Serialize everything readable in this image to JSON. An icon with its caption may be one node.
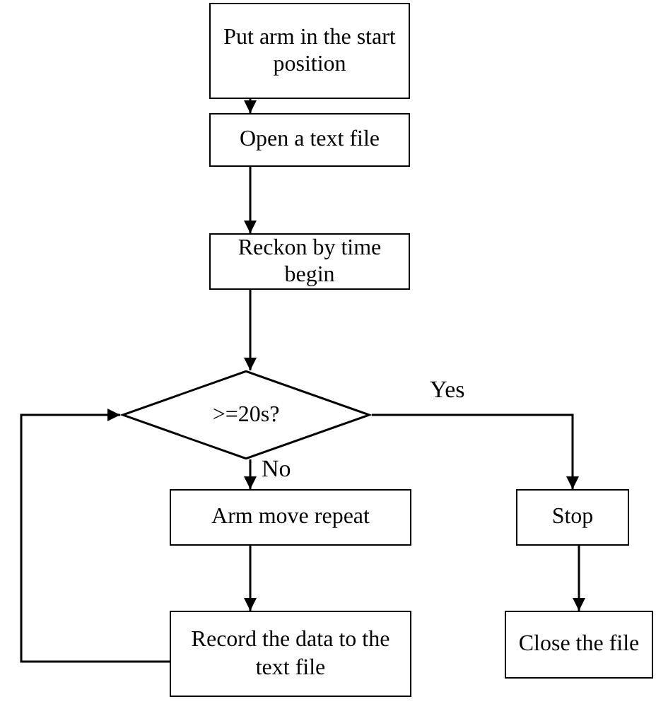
{
  "diagram": {
    "nodes": [
      {
        "text": [
          "Put arm in the start position"
        ]
      },
      {
        "text": [
          "Open a text file"
        ]
      },
      {
        "text": [
          "Reckon by time begin"
        ]
      },
      {
        "text": [
          ">=20s?"
        ]
      },
      {
        "text": [
          "Arm move repeat"
        ]
      },
      {
        "text": [
          "Record the data to the text file"
        ]
      },
      {
        "text": [
          "Stop"
        ]
      },
      {
        "text": [
          "Close the file"
        ]
      }
    ],
    "edges": [
      {
        "from": 0,
        "to": 1,
        "arrow": "to"
      },
      {
        "from": 1,
        "to": 2,
        "arrow": "to"
      },
      {
        "from": 2,
        "to": 3,
        "arrow": "to"
      },
      {
        "from": 3,
        "to": 4,
        "arrow": "to",
        "label": "No"
      },
      {
        "from": 3,
        "to": 6,
        "arrow": "to",
        "label": "Yes"
      },
      {
        "from": 4,
        "to": 5,
        "arrow": "to"
      },
      {
        "from": 5,
        "to": 3,
        "arrow": "to"
      },
      {
        "from": 6,
        "to": 7,
        "arrow": "to"
      }
    ]
  }
}
